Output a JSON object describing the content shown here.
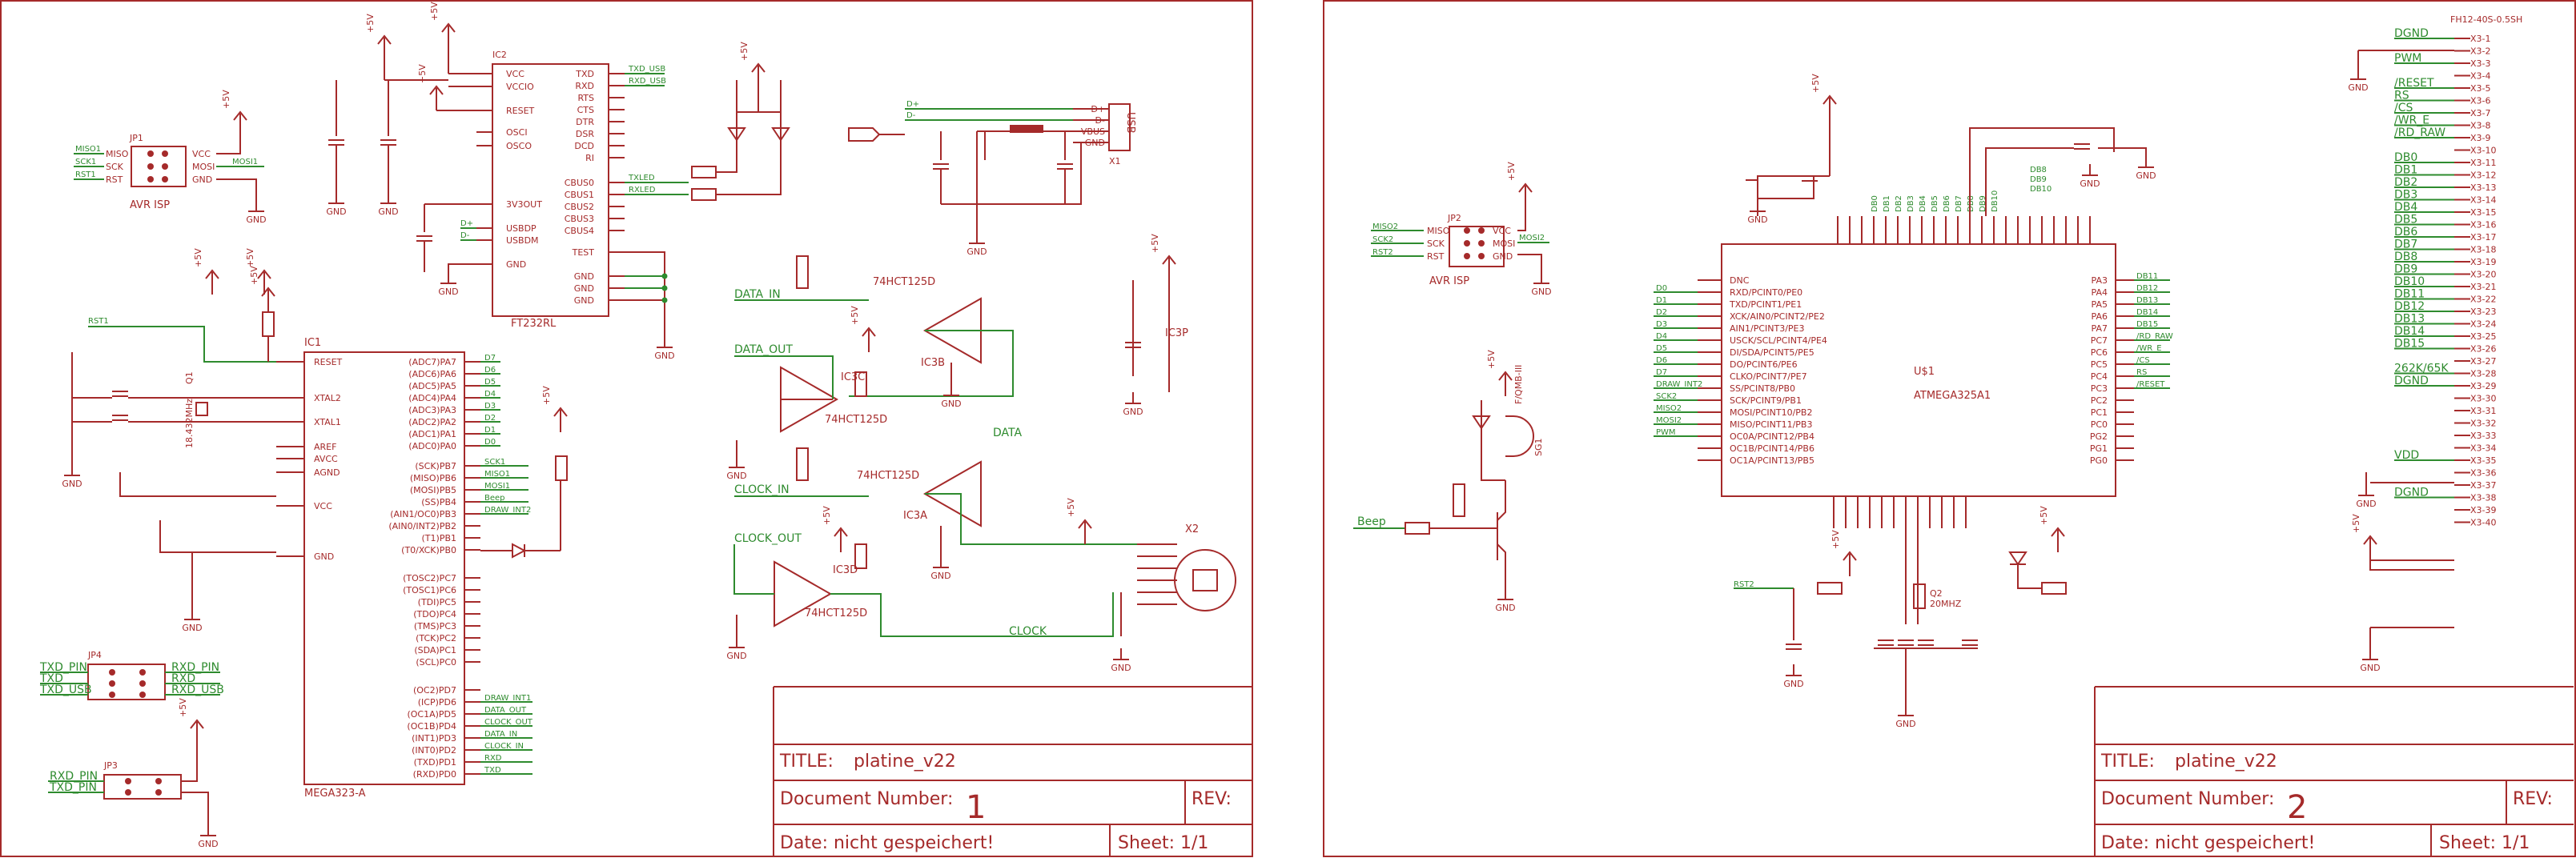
{
  "sheet1": {
    "title_label": "TITLE:",
    "title_value": "platine_v22",
    "docnum_label": "Document Number:",
    "docnum_value": "1",
    "rev_label": "REV:",
    "date_label": "Date: nicht gespeichert!",
    "sheet_label": "Sheet: 1/1",
    "jp1": {
      "name": "JP1",
      "title": "AVR ISP",
      "left": [
        "MISO1",
        "SCK1",
        "RST1"
      ],
      "inner_left": [
        "MISO",
        "SCK",
        "RST"
      ],
      "inner_right": [
        "VCC",
        "MOSI",
        "GND"
      ],
      "right": [
        "MOSI1"
      ]
    },
    "ic1": {
      "name": "IC1",
      "part": "MEGA323-A",
      "left": [
        "RESET",
        "XTAL2",
        "XTAL1",
        "AREF",
        "AVCC",
        "AGND",
        "VCC",
        "GND"
      ],
      "right": [
        "(ADC7)PA7",
        "(ADC6)PA6",
        "(ADC5)PA5",
        "(ADC4)PA4",
        "(ADC3)PA3",
        "(ADC2)PA2",
        "(ADC1)PA1",
        "(ADC0)PA0",
        "(SCK)PB7",
        "(MISO)PB6",
        "(MOSI)PB5",
        "(SS)PB4",
        "(AIN1/OC0)PB3",
        "(AIN0/INT2)PB2",
        "(T1)PB1",
        "(T0/XCK)PB0",
        "(TOSC2)PC7",
        "(TOSC1)PC6",
        "(TDI)PC5",
        "(TDO)PC4",
        "(TMS)PC3",
        "(TCK)PC2",
        "(SDA)PC1",
        "(SCL)PC0",
        "(OC2)PD7",
        "(ICP)PD6",
        "(OC1A)PD5",
        "(OC1B)PD4",
        "(INT1)PD3",
        "(INT0)PD2",
        "(TXD)PD1",
        "(RXD)PD0"
      ],
      "nets_a": [
        "D7",
        "D6",
        "D5",
        "D4",
        "D3",
        "D2",
        "D1",
        "D0"
      ],
      "nets_b": [
        "SCK1",
        "MISO1",
        "MOSI1",
        "Beep",
        "DRAW_INT2"
      ],
      "nets_d": [
        "DRAW_INT1",
        "DATA_OUT",
        "CLOCK_OUT",
        "DATA_IN",
        "CLOCK_IN",
        "RXD",
        "TXD"
      ],
      "rst_net": "RST1",
      "crystal": "Q1",
      "freq": "18.432MHz"
    },
    "ic2": {
      "name": "IC2",
      "part": "FT232RL",
      "left": [
        "VCC",
        "VCCIO",
        "RESET",
        "OSCI",
        "OSCO",
        "3V3OUT",
        "USBDP",
        "USBDM",
        "GND"
      ],
      "right": [
        "TXD",
        "RXD",
        "RTS",
        "CTS",
        "DTR",
        "DSR",
        "DCD",
        "RI",
        "CBUS0",
        "CBUS1",
        "CBUS2",
        "CBUS3",
        "CBUS4",
        "TEST",
        "GND",
        "GND",
        "GND"
      ],
      "nets_top": [
        "TXD_USB",
        "RXD_USB"
      ],
      "nets_led": [
        "TXLED",
        "RXLED"
      ],
      "nets_usb": [
        "D+",
        "D-"
      ]
    },
    "usb": {
      "label": "USB",
      "pins": [
        "D+",
        "D-",
        "VBUS",
        "GND"
      ],
      "name": "X1"
    },
    "jp4": {
      "name": "JP4",
      "left": [
        "TXD_PIN",
        "TXD",
        "TXD_USB"
      ],
      "right": [
        "RXD_PIN",
        "RXD",
        "RXD_USB"
      ]
    },
    "jp3": {
      "name": "JP3",
      "left": [
        "RXD_PIN",
        "TXD_PIN"
      ]
    },
    "gates": {
      "ic3b": "IC3B",
      "ic3c": "IC3C",
      "ic3a": "IC3A",
      "ic3d": "IC3D",
      "part": "74HCT125D",
      "ic3p": "IC3P"
    },
    "nets": {
      "data_in": "DATA_IN",
      "data_out": "DATA_OUT",
      "clock_in": "CLOCK_IN",
      "clock_out": "CLOCK_OUT",
      "data": "DATA",
      "clock": "CLOCK"
    },
    "x2": "X2",
    "supply": {
      "p5v": "+5V",
      "gnd": "GND"
    }
  },
  "sheet2": {
    "title_label": "TITLE:",
    "title_value": "platine_v22",
    "docnum_label": "Document Number:",
    "docnum_value": "2",
    "rev_label": "REV:",
    "date_label": "Date: nicht gespeichert!",
    "sheet_label": "Sheet: 1/1",
    "jp2": {
      "name": "JP2",
      "title": "AVR ISP",
      "left": [
        "MISO2",
        "SCK2",
        "RST2"
      ],
      "inner_left": [
        "MISO",
        "SCK",
        "RST"
      ],
      "inner_right": [
        "VCC",
        "MOSI",
        "GND"
      ],
      "right": [
        "MOSI2"
      ]
    },
    "u1": {
      "name": "U$1",
      "part": "ATMEGA325A1",
      "left": [
        "DNC",
        "RXD/PCINT0/PE0",
        "TXD/PCINT1/PE1",
        "XCK/AIN0/PCINT2/PE2",
        "AIN1/PCINT3/PE3",
        "USCK/SCL/PCINT4/PE4",
        "DI/SDA/PCINT5/PE5",
        "DO/PCINT6/PE6",
        "CLKO/PCINT7/PE7",
        "SS/PCINT8/PB0",
        "SCK/PCINT9/PB1",
        "MOSI/PCINT10/PB2",
        "MISO/PCINT11/PB3",
        "OC0A/PCINT12/PB4",
        "OC1B/PCINT14/PB6",
        "OC1A/PCINT13/PB5"
      ],
      "left_nets": [
        "D0",
        "D1",
        "D2",
        "D3",
        "D4",
        "D5",
        "D6",
        "D7",
        "DRAW_INT2",
        "SCK2",
        "MISO2",
        "MOSI2",
        "PWM"
      ],
      "right": [
        "PA3",
        "PA4",
        "PA5",
        "PA6",
        "PA7",
        "PC7",
        "PC6",
        "PC5",
        "PC4",
        "PC3",
        "PC2",
        "PC1",
        "PC0",
        "PG2",
        "PG1",
        "PG0"
      ],
      "right_nets": [
        "DB11",
        "DB12",
        "DB13",
        "DB14",
        "DB15",
        "/RD_RAW",
        "/WR_E",
        "/CS",
        "RS",
        "/RESET"
      ],
      "top_nets": [
        "DB0",
        "DB1",
        "DB2",
        "DB3",
        "DB4",
        "DB5",
        "DB6",
        "DB7",
        "DB8",
        "DB9",
        "DB10"
      ],
      "xtal": "Q2",
      "freq": "20MHZ",
      "rst": "RST2",
      "beep_net": "Beep",
      "buzzer": "SG1",
      "buzzer_part": "F/QMB-III"
    },
    "x3": {
      "header": "FH12-40S-0.5SH",
      "pins": [
        "X3-1",
        "X3-2",
        "X3-3",
        "X3-4",
        "X3-5",
        "X3-6",
        "X3-7",
        "X3-8",
        "X3-9",
        "X3-10",
        "X3-11",
        "X3-12",
        "X3-13",
        "X3-14",
        "X3-15",
        "X3-16",
        "X3-17",
        "X3-18",
        "X3-19",
        "X3-20",
        "X3-21",
        "X3-22",
        "X3-23",
        "X3-24",
        "X3-25",
        "X3-26",
        "X3-27",
        "X3-28",
        "X3-29",
        "X3-30",
        "X3-31",
        "X3-32",
        "X3-33",
        "X3-34",
        "X3-35",
        "X3-36",
        "X3-37",
        "X3-38",
        "X3-39",
        "X3-40"
      ],
      "nets": [
        "DGND",
        "PWM",
        "/RESET",
        "RS",
        "/CS",
        "/WR_E",
        "/RD_RAW",
        "DB0",
        "DB1",
        "DB2",
        "DB3",
        "DB4",
        "DB5",
        "DB6",
        "DB7",
        "DB8",
        "DB9",
        "DB10",
        "DB11",
        "DB12",
        "DB13",
        "DB14",
        "DB15",
        "262K/65K",
        "DGND",
        "VDD",
        "DGND"
      ]
    }
  }
}
